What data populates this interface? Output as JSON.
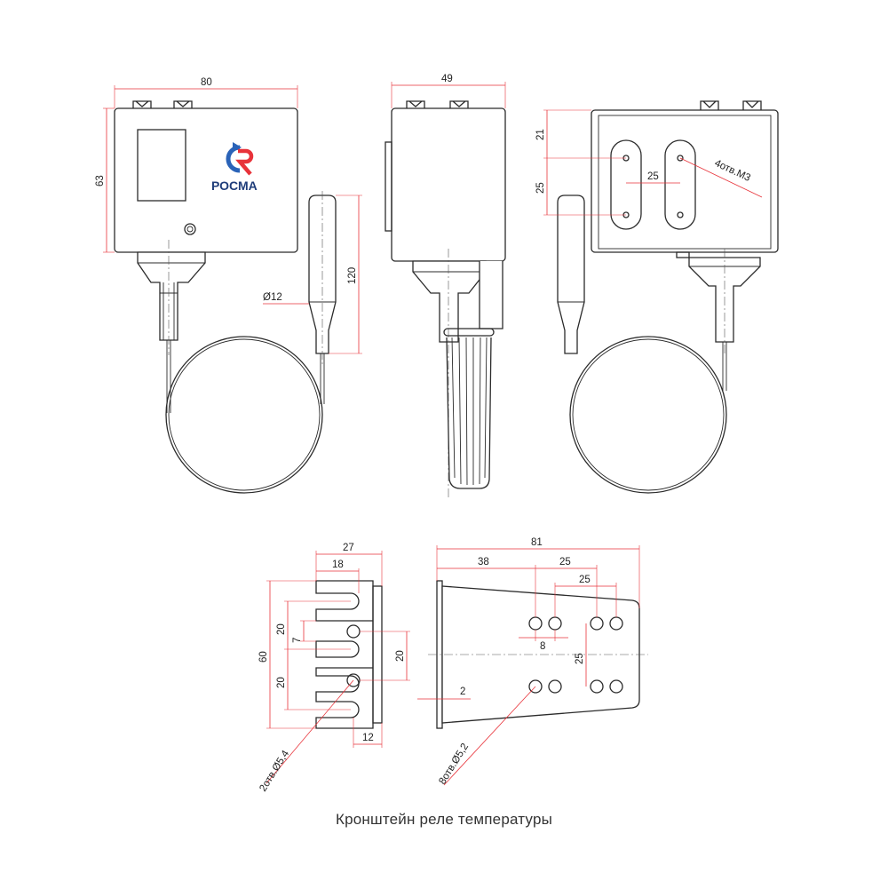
{
  "caption": "Кронштейн реле температуры",
  "logo": {
    "text": "РОСМА",
    "colors": {
      "blue": "#2a63b8",
      "red": "#e8333a"
    }
  },
  "colors": {
    "line": "#2b2b2b",
    "dimension": "#e8333a"
  },
  "front_view": {
    "width": "80",
    "height": "63",
    "bulb_length": "120",
    "bulb_diameter": "Ø12"
  },
  "side_view": {
    "width": "49"
  },
  "back_view": {
    "top_offset": "21",
    "slot_pitch": "25",
    "hole_spacing": "25",
    "holes": "4отв.М3"
  },
  "bracket_front": {
    "width": "27",
    "inner": "18",
    "height": "60",
    "pitch_a": "20",
    "pitch_b": "20",
    "slot": "7",
    "hole_pitch": "20",
    "tab": "12",
    "holes": "2отв.Ø5,4"
  },
  "bracket_side": {
    "length": "81",
    "offset": "38",
    "span": "25",
    "span2": "25",
    "gap": "8",
    "height": "25",
    "thickness": "2",
    "holes": "8отв.Ø5,2"
  }
}
